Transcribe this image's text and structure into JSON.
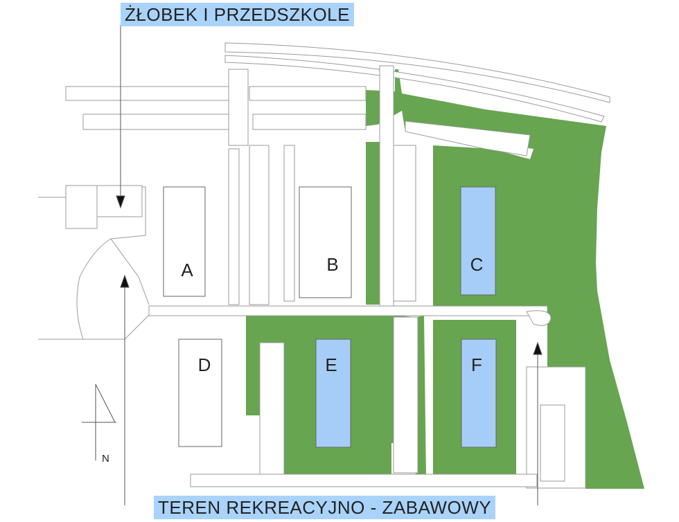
{
  "labels": {
    "nursery": "ŻŁOBEK I PRZEDSZKOLE",
    "recreation": "TEREN REKREACYJNO - ZABAWOWY",
    "north": "N"
  },
  "buildings": [
    {
      "id": "A",
      "highlighted": false
    },
    {
      "id": "B",
      "highlighted": false
    },
    {
      "id": "C",
      "highlighted": true
    },
    {
      "id": "D",
      "highlighted": false
    },
    {
      "id": "E",
      "highlighted": true
    },
    {
      "id": "F",
      "highlighted": true
    }
  ],
  "colors": {
    "green_area": "#67a550",
    "highlighted_building": "#a6cdf7",
    "label_background": "#a9d3fb",
    "line": "#9a9a9a"
  }
}
